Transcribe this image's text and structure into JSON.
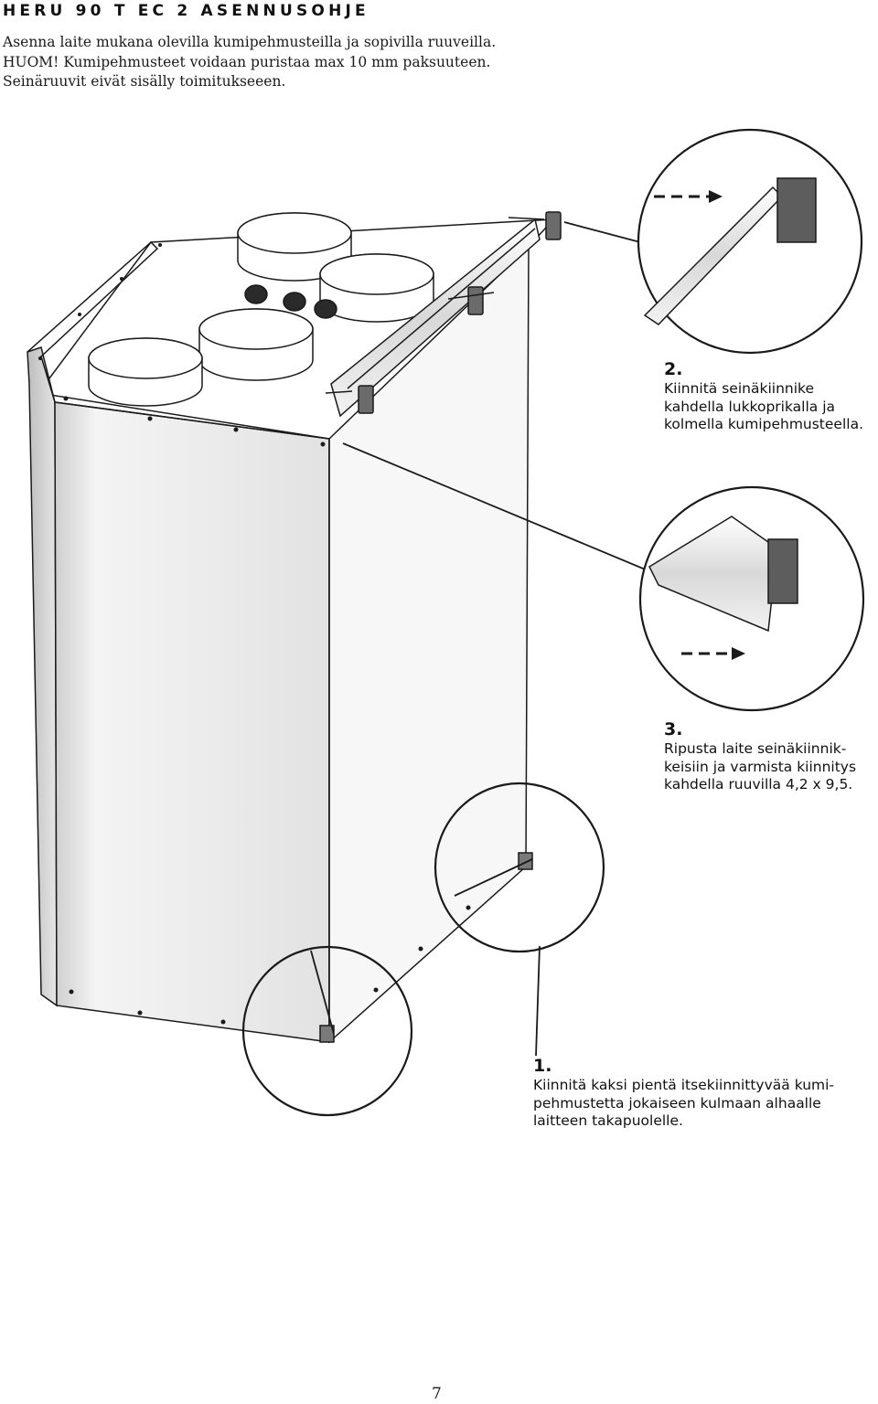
{
  "header": {
    "title": "HERU 90 T EC 2 ASENNUSOHJE",
    "intro_lines": [
      "Asenna laite mukana olevilla kumipehmusteilla ja sopivilla ruuveilla.",
      "HUOM! Kumipehmusteet voidaan puristaa max 10 mm paksuuteen.",
      "Seinäruuvit eivät sisälly toimitukseeen."
    ]
  },
  "steps": [
    {
      "number": "2.",
      "lines": [
        "Kiinnitä seinäkiinnike",
        "kahdella lukkoprikalla ja",
        "kolmella kumipehmusteella."
      ]
    },
    {
      "number": "3.",
      "lines": [
        "Ripusta laite seinäkiinnik-",
        "keisiin ja varmista kiinnitys",
        "kahdella ruuvilla 4,2 x 9,5."
      ]
    },
    {
      "number": "1.",
      "lines": [
        "Kiinnitä kaksi pientä itsekiinnittyvää kumi-",
        "pehmustetta jokaiseen kulmaan alhaalle",
        "laitteen takapuolelle."
      ]
    }
  ],
  "page_number": "7"
}
